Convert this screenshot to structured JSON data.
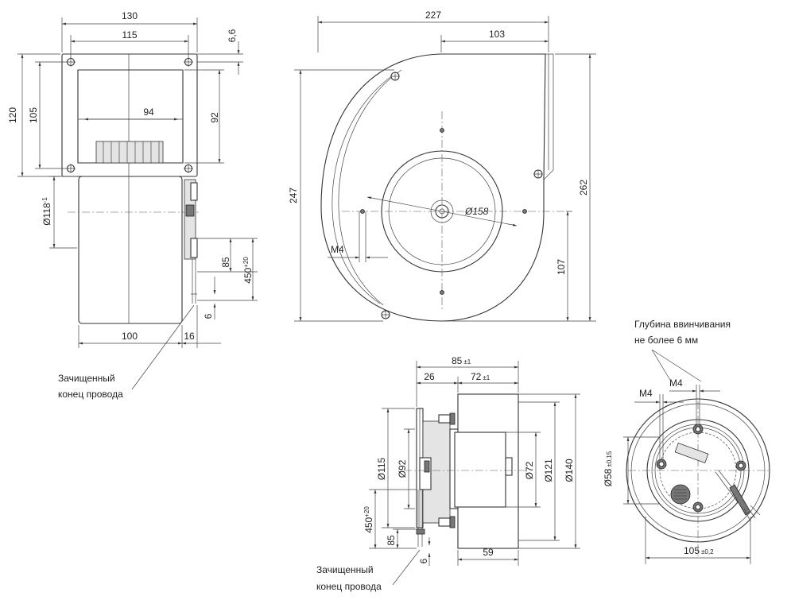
{
  "dimensions": {
    "front": {
      "width_overall": "130",
      "width_holes": "115",
      "height_overall": "120",
      "height_holes": "105",
      "outlet_width": "94",
      "outlet_height": "92",
      "flange_thickness": "6,6",
      "body_diameter": "Ø118",
      "body_diameter_tol": "-1",
      "body_length": "100",
      "flange_depth": "16",
      "wire_length": "450",
      "wire_length_tol": "+20",
      "wire_strip": "85",
      "wire_end": "6"
    },
    "side": {
      "total_width": "227",
      "outlet_offset": "103",
      "total_height": "262",
      "housing_height": "247",
      "wheel_diameter": "Ø158",
      "axis_height": "107",
      "thread": "M4"
    },
    "motor": {
      "overall": "85",
      "overall_tol": "±1",
      "flange": "26",
      "length": "72",
      "length_tol": "±1",
      "d115": "Ø115",
      "d92": "Ø92",
      "d72": "Ø72",
      "d121": "Ø121",
      "d140": "Ø140",
      "depth": "59",
      "wire_length": "450",
      "wire_length_tol": "+20",
      "wire_strip": "85",
      "wire_end": "6"
    },
    "end_view": {
      "thread_left": "M4",
      "thread_right": "M4",
      "d58": "Ø58",
      "d58_tol": "±0,15",
      "width": "105",
      "width_tol": "±0,2"
    }
  },
  "notes": {
    "stripped_wire": [
      "Зачищенный",
      "конец провода"
    ],
    "screw_depth": [
      "Глубина ввинчивания",
      "не более 6 мм"
    ],
    "stripped_wire_2": [
      "Зачищенный",
      "конец провода"
    ]
  }
}
